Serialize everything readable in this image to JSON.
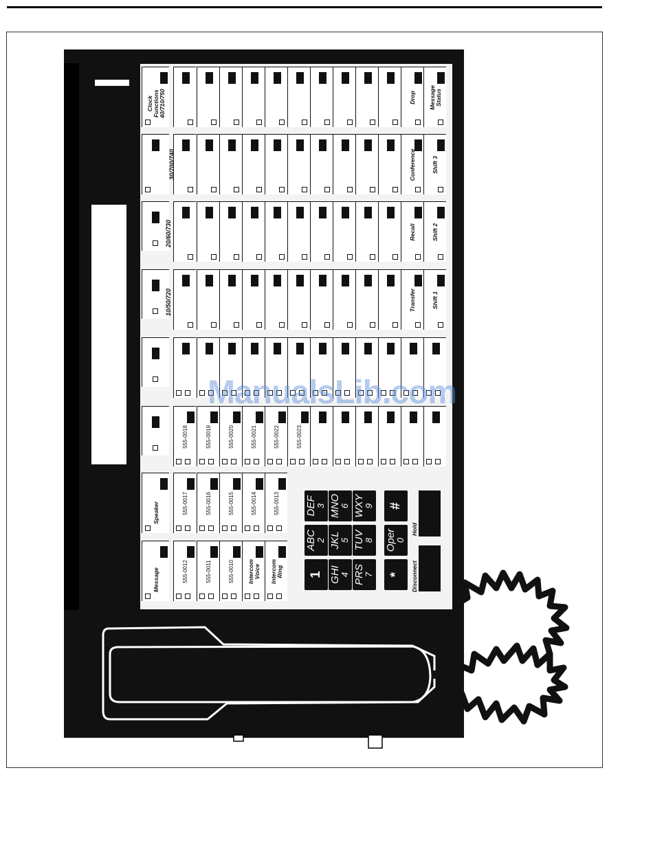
{
  "watermark": "ManualsLib.com",
  "group_labels": {
    "g1": "Clock Functions 40/710/750",
    "g2": "30/700/740",
    "g3": "20/60/730",
    "g4": "10/50/720"
  },
  "button_labels": {
    "clock": "Clock\nFunctions\n40/710/750",
    "drop": "Drop",
    "message_status": "Message\nStatus",
    "conference": "Conference",
    "shift3": "Shift 3",
    "recall": "Recall",
    "shift2": "Shift 2",
    "transfer": "Transfer",
    "shift1": "Shift 1",
    "speaker": "Speaker",
    "message": "Message",
    "intercom_voice": "Intercom\nVoice",
    "intercom_ring": "Intercom\nRing",
    "hold": "Hold",
    "disconnect": "Disconnect"
  },
  "line_numbers": {
    "n0018": "555-0018",
    "n0019": "555-0019",
    "n0020": "555-0020",
    "n0021": "555-0021",
    "n0022": "555-0022",
    "n0023": "555-0023",
    "n0017": "555-0017",
    "n0016": "555-0016",
    "n0015": "555-0015",
    "n0014": "555-0014",
    "n0013": "555-0013",
    "n0012": "555-0012",
    "n0011": "555-0011",
    "n0010": "555-0010"
  },
  "dialpad": {
    "k1": {
      "a": "1",
      "b": ""
    },
    "k2": {
      "a": "ABC",
      "b": "2"
    },
    "k3": {
      "a": "DEF",
      "b": "3"
    },
    "k4": {
      "a": "GHI",
      "b": "4"
    },
    "k5": {
      "a": "JKL",
      "b": "5"
    },
    "k6": {
      "a": "MNO",
      "b": "6"
    },
    "k7": {
      "a": "PRS",
      "b": "7"
    },
    "k8": {
      "a": "TUV",
      "b": "8"
    },
    "k9": {
      "a": "WXY",
      "b": "9"
    },
    "kstar": {
      "a": "*",
      "b": ""
    },
    "k0": {
      "a": "Oper",
      "b": "0"
    },
    "khash": {
      "a": "#",
      "b": ""
    }
  }
}
